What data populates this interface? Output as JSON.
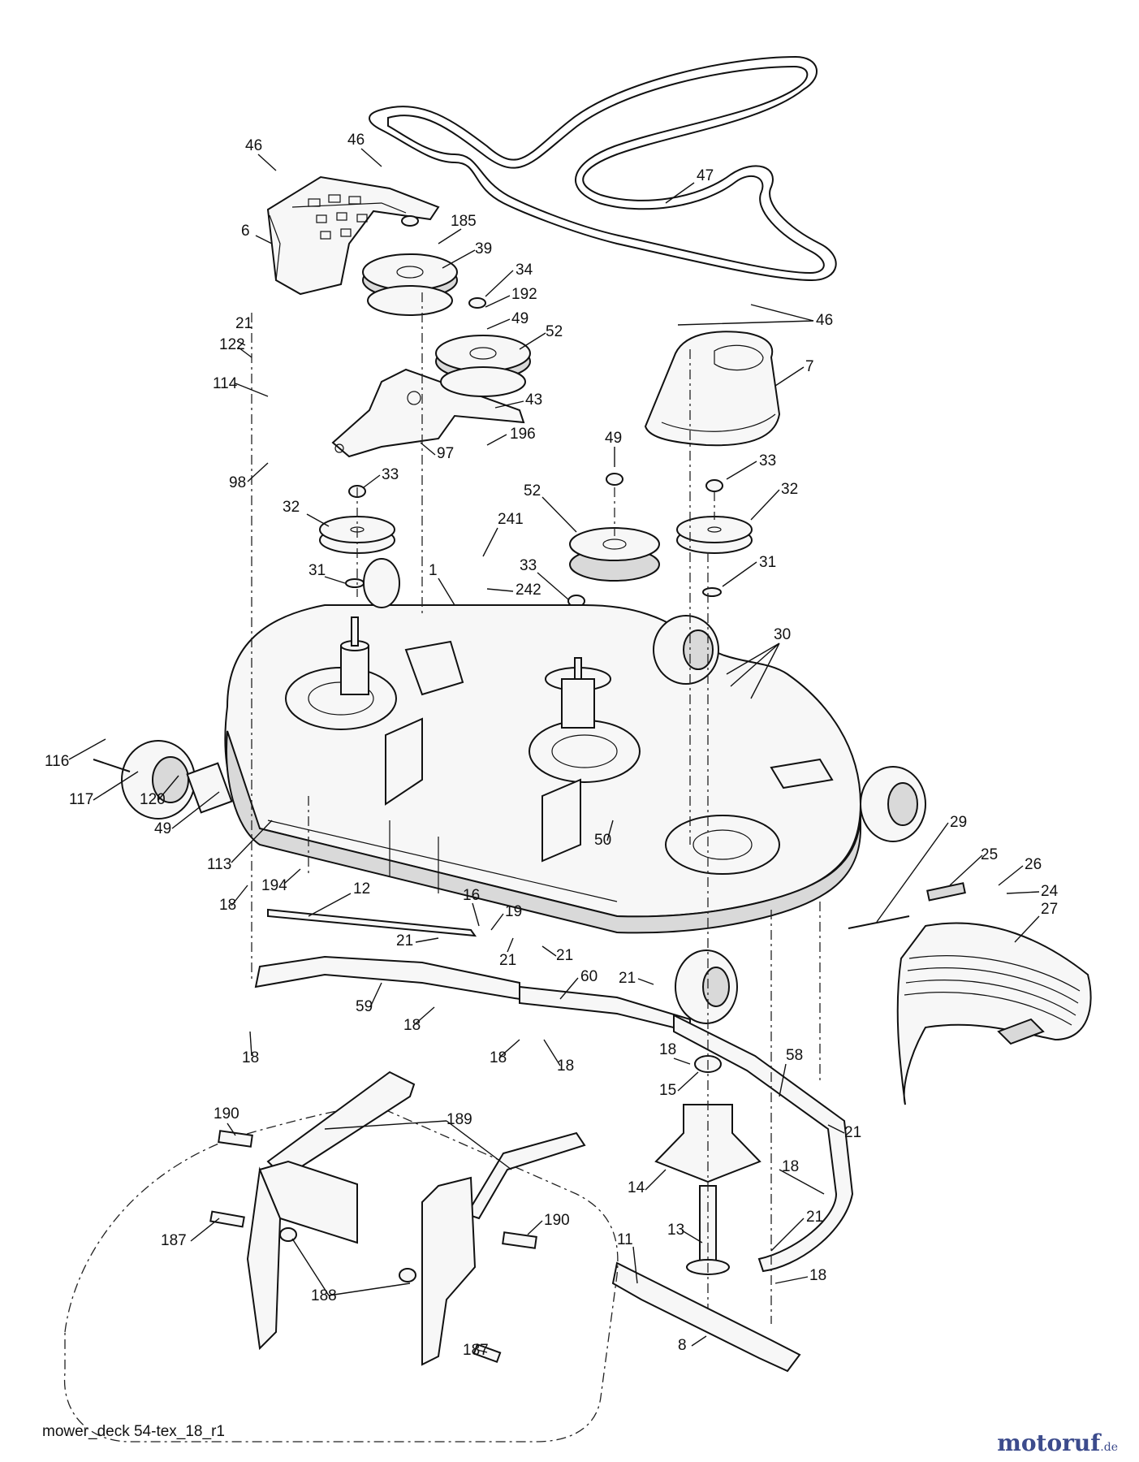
{
  "caption": "mower_deck 54-tex_18_r1",
  "logo": {
    "main": "motoruf",
    "suffix": ".de"
  },
  "callouts": [
    "46",
    "46",
    "6",
    "185",
    "39",
    "34",
    "192",
    "49",
    "52",
    "21",
    "122",
    "114",
    "43",
    "196",
    "97",
    "98",
    "33",
    "47",
    "46",
    "7",
    "33",
    "32",
    "49",
    "52",
    "32",
    "241",
    "242",
    "33",
    "31",
    "1",
    "31",
    "30",
    "116",
    "117",
    "120",
    "49",
    "113",
    "194",
    "50",
    "29",
    "25",
    "26",
    "24",
    "12",
    "16",
    "19",
    "21",
    "21",
    "21",
    "60",
    "21",
    "59",
    "18",
    "18",
    "18",
    "18",
    "18",
    "27",
    "58",
    "15",
    "21",
    "18",
    "14",
    "13",
    "21",
    "18",
    "11",
    "8",
    "190",
    "189",
    "190",
    "187",
    "188",
    "187",
    "18"
  ]
}
